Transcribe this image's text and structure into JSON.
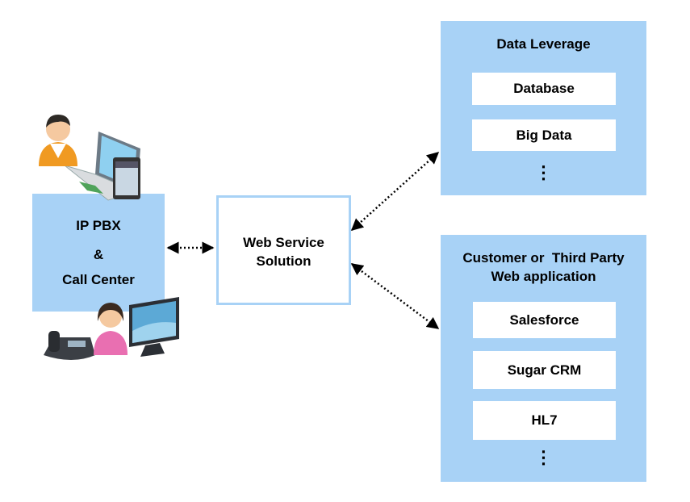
{
  "pbx": {
    "line1": "IP PBX",
    "line2": "&",
    "line3": "Call Center"
  },
  "web_service": {
    "line1": "Web Service",
    "line2": "Solution"
  },
  "data_leverage": {
    "title": "Data Leverage",
    "items": [
      "Database",
      "Big Data"
    ],
    "more": "⋮"
  },
  "third_party": {
    "title_line1": "Customer or  Third Party",
    "title_line2": "Web application",
    "items": [
      "Salesforce",
      "Sugar CRM",
      "HL7"
    ],
    "more": "⋮"
  },
  "colors": {
    "panel": "#a8d2f6",
    "border": "#8fc3f0"
  }
}
